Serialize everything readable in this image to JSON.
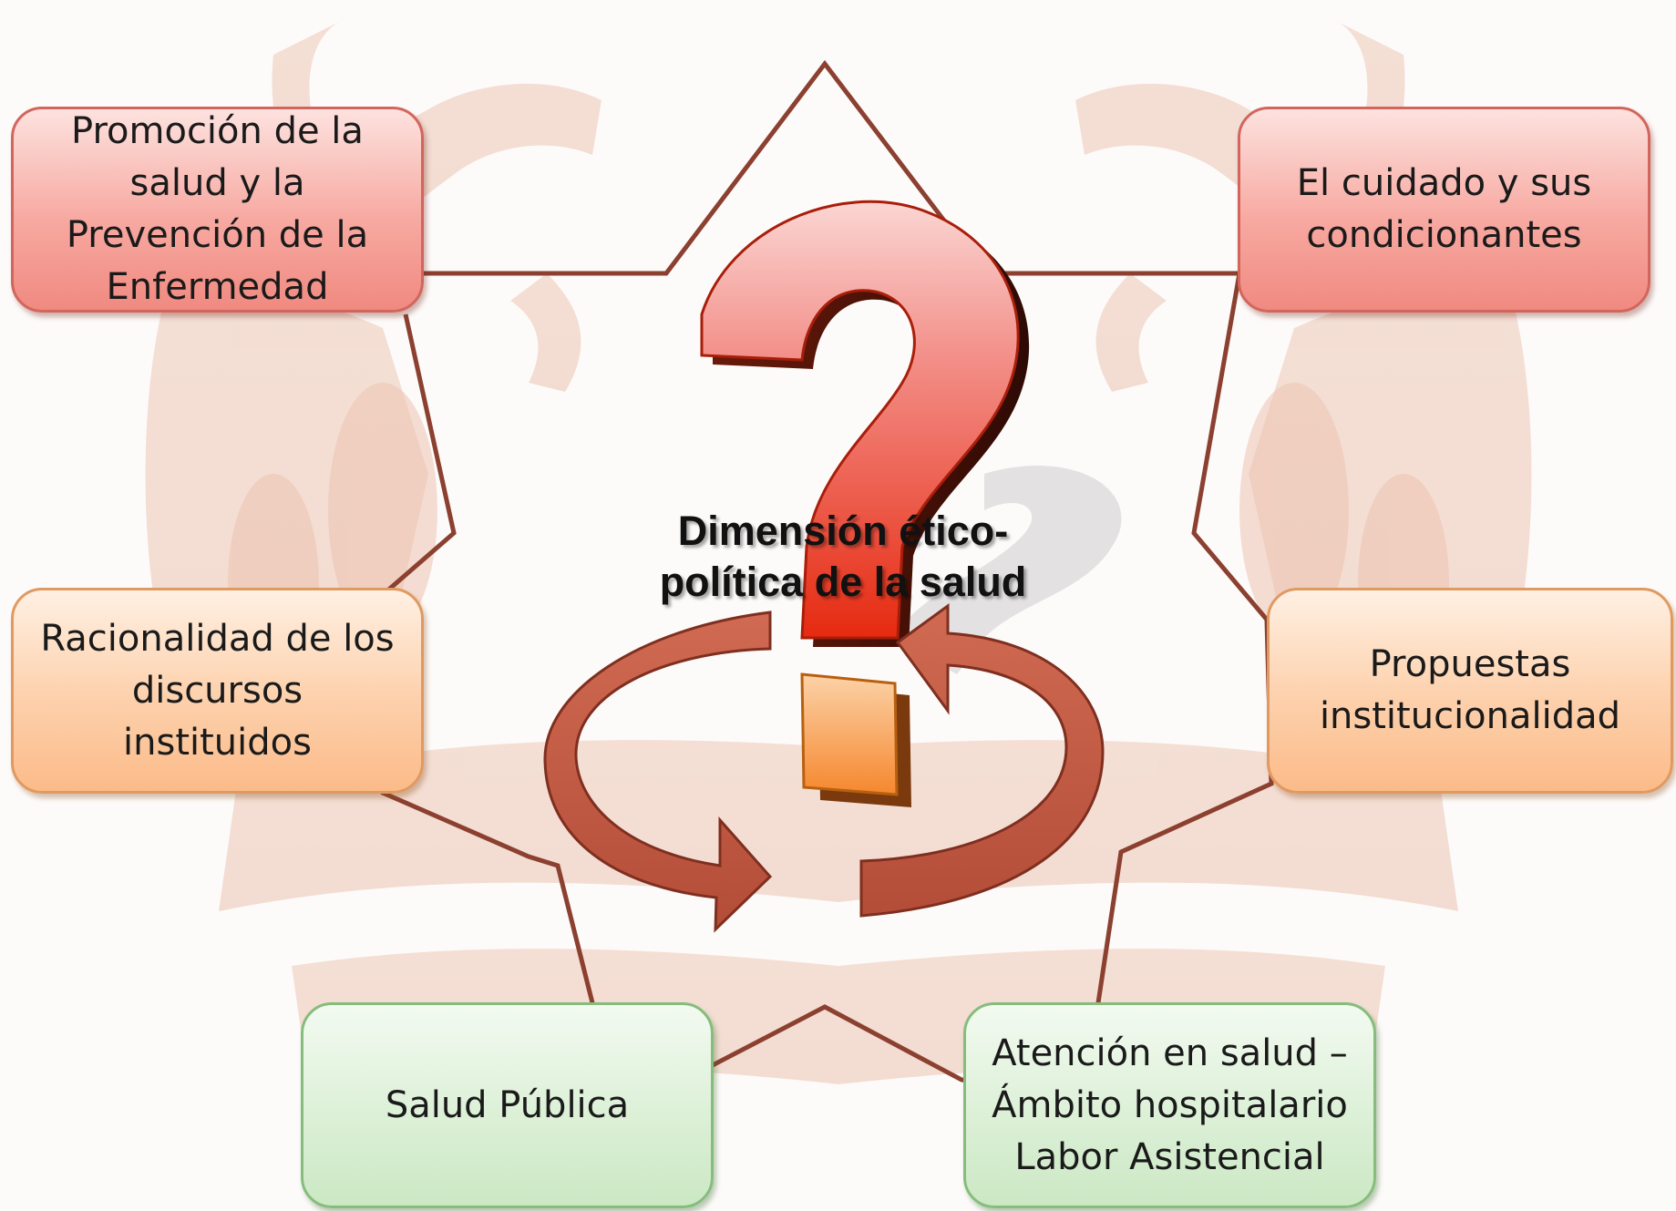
{
  "diagram": {
    "center_label": "Dimensión ético-\npolítica de la salud",
    "nodes": [
      {
        "id": "promocion",
        "label": "Promoción de la\nsalud y la\nPrevención de la\nEnfermedad",
        "color": "#f4a39b"
      },
      {
        "id": "cuidado",
        "label": "El cuidado y sus\ncondicionantes",
        "color": "#f4a39b"
      },
      {
        "id": "racionalidad",
        "label": "Racionalidad de los\ndiscursos\ninstituidos",
        "color": "#fcc89c"
      },
      {
        "id": "propuestas",
        "label": "Propuestas\ninstitucionalidad",
        "color": "#fcc89c"
      },
      {
        "id": "salud-publica",
        "label": "Salud Pública",
        "color": "#d6eed0"
      },
      {
        "id": "atencion",
        "label": "Atención en salud –\nÁmbito hospitalario\nLabor Asistencial",
        "color": "#d6eed0"
      }
    ],
    "colors": {
      "star_outline": "#8b4030",
      "cycle_arrow": "#b9533f",
      "question_mark_top": "#f3908a",
      "question_mark_bottom": "#e62a10",
      "question_dot": "#f7a04a"
    },
    "icons": {
      "center_symbol": "question-mark-icon",
      "cycle": "circular-arrows-icon",
      "background": "anatomical-figure-watermark"
    }
  }
}
